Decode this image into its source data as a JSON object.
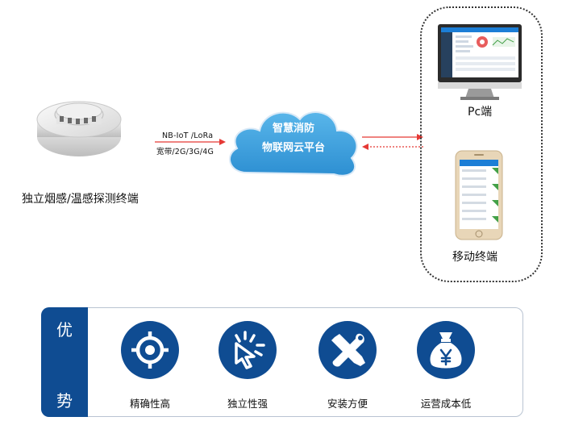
{
  "device": {
    "label": "独立烟感/温感探测终端"
  },
  "link": {
    "top_text": "NB-IoT /LoRa",
    "bottom_text": "宽带/2G/3G/4G"
  },
  "platform": {
    "line1": "智慧消防",
    "line2": "物联网云平台"
  },
  "terminals": {
    "pc_label": "Pc端",
    "mobile_label": "移动终端"
  },
  "advantages": {
    "heading_top": "优",
    "heading_bottom": "势",
    "items": [
      {
        "label": "精确性高",
        "icon": "crosshair-icon"
      },
      {
        "label": "独立性强",
        "icon": "cursor-click-icon"
      },
      {
        "label": "安装方便",
        "icon": "tools-icon"
      },
      {
        "label": "运营成本低",
        "icon": "money-bag-icon"
      }
    ]
  },
  "colors": {
    "primary": "#0f4c92",
    "cloud": "#3aa3e0",
    "arrow": "#e53935"
  }
}
